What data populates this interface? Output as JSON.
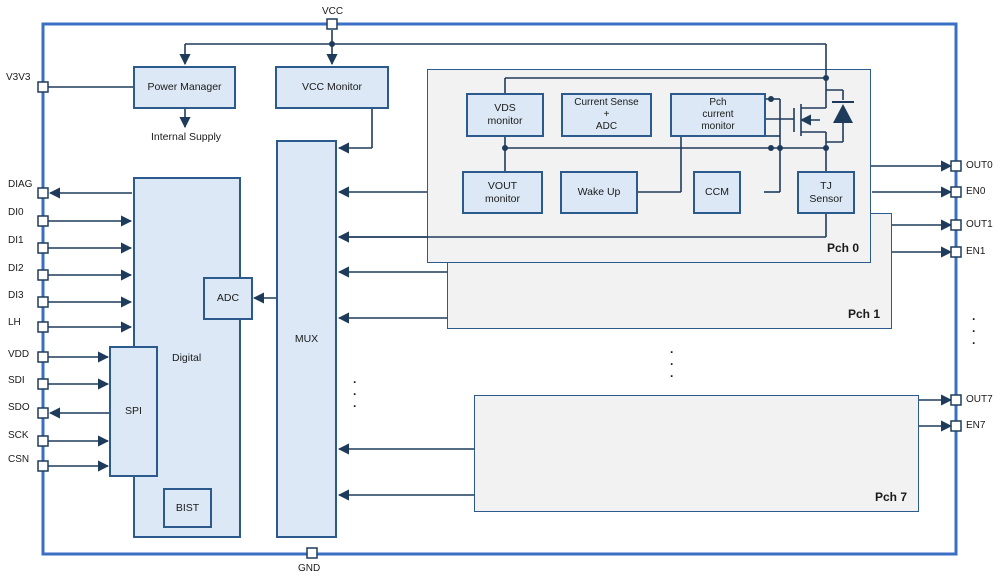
{
  "supply": {
    "vcc": "VCC",
    "gnd": "GND",
    "v3v3": "V3V3"
  },
  "blocks": {
    "power_manager": "Power Manager",
    "internal_supply": "Internal Supply",
    "vcc_monitor": "VCC Monitor",
    "mux": "MUX",
    "digital": "Digital",
    "adc": "ADC",
    "spi": "SPI",
    "bist": "BIST"
  },
  "pch0": {
    "label": "Pch 0",
    "vds_monitor": [
      "VDS",
      "monitor"
    ],
    "current_sense": [
      "Current Sense",
      "+",
      "ADC"
    ],
    "pch_current_monitor": [
      "Pch",
      "current",
      "monitor"
    ],
    "vout_monitor": [
      "VOUT",
      "monitor"
    ],
    "wake_up": "Wake Up",
    "ccm": "CCM",
    "tj_sensor": [
      "TJ",
      "Sensor"
    ]
  },
  "pch1": {
    "label": "Pch 1"
  },
  "pch7": {
    "label": "Pch 7"
  },
  "left_pins": [
    "DIAG",
    "DI0",
    "DI1",
    "DI2",
    "DI3",
    "LH",
    "VDD",
    "SDI",
    "SDO",
    "SCK",
    "CSN"
  ],
  "right_pins": [
    "OUT0",
    "EN0",
    "OUT1",
    "EN1",
    "OUT7",
    "EN7"
  ],
  "ellipsis": [
    "·",
    "·",
    "·"
  ],
  "colors": {
    "frame": "#3a6fc4",
    "line": "#1f3b5c",
    "block_fill": "#dce8f5",
    "channel_fill": "#f2f2f2"
  }
}
